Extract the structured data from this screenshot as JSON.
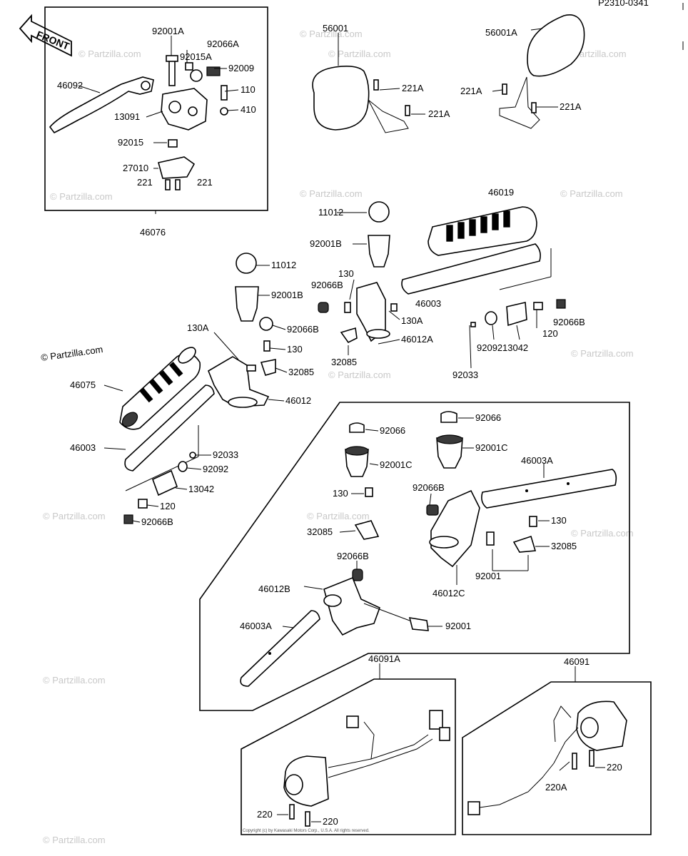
{
  "diagram_code": "P2310-0341",
  "front_arrow_label": "FRONT",
  "watermark": "© Partzilla.com",
  "footer_note": "Copyright (c) by Kawasaki Motors Corp., U.S.A. All rights reserved.",
  "labels": {
    "l_92001A": "92001A",
    "l_92066A": "92066A",
    "l_92015A": "92015A",
    "l_92009": "92009",
    "l_46092": "46092",
    "l_110": "110",
    "l_410": "410",
    "l_13091": "13091",
    "l_92015": "92015",
    "l_27010": "27010",
    "l_221_a": "221",
    "l_221_b": "221",
    "l_46076": "46076",
    "l_56001": "56001",
    "l_221A_1": "221A",
    "l_221A_2": "221A",
    "l_56001A": "56001A",
    "l_221A_3": "221A",
    "l_221A_4": "221A",
    "l_46019": "46019",
    "l_11012_r": "11012",
    "l_92001B_r": "92001B",
    "l_130_r": "130",
    "l_92066B_r": "92066B",
    "l_46003_r": "46003",
    "l_130A_r": "130A",
    "l_46012A": "46012A",
    "l_32085_r": "32085",
    "l_92092_r": "92092",
    "l_13042_r": "13042",
    "l_120_r": "120",
    "l_92066B_r2": "92066B",
    "l_92033_r": "92033",
    "l_11012_l": "11012",
    "l_92001B_l": "92001B",
    "l_130A_l": "130A",
    "l_92066B_l": "92066B",
    "l_130_l": "130",
    "l_32085_l": "32085",
    "l_46012": "46012",
    "l_46075": "46075",
    "l_46003_l": "46003",
    "l_92033_l": "92033",
    "l_92092_l": "92092",
    "l_13042_l": "13042",
    "l_120_l": "120",
    "l_92066B_l2": "92066B",
    "l_92066_a": "92066",
    "l_92066_b": "92066",
    "l_92001C_a": "92001C",
    "l_92001C_b": "92001C",
    "l_46003A_a": "46003A",
    "l_130_c": "130",
    "l_92066B_c": "92066B",
    "l_32085_c": "32085",
    "l_130_d": "130",
    "l_32085_d": "32085",
    "l_92066B_d": "92066B",
    "l_92001_a": "92001",
    "l_46012C": "46012C",
    "l_46012B": "46012B",
    "l_92001_b": "92001",
    "l_46003A_b": "46003A",
    "l_46091A": "46091A",
    "l_46091": "46091",
    "l_220_a": "220",
    "l_220A": "220A",
    "l_220_b": "220",
    "l_220_c": "220"
  }
}
